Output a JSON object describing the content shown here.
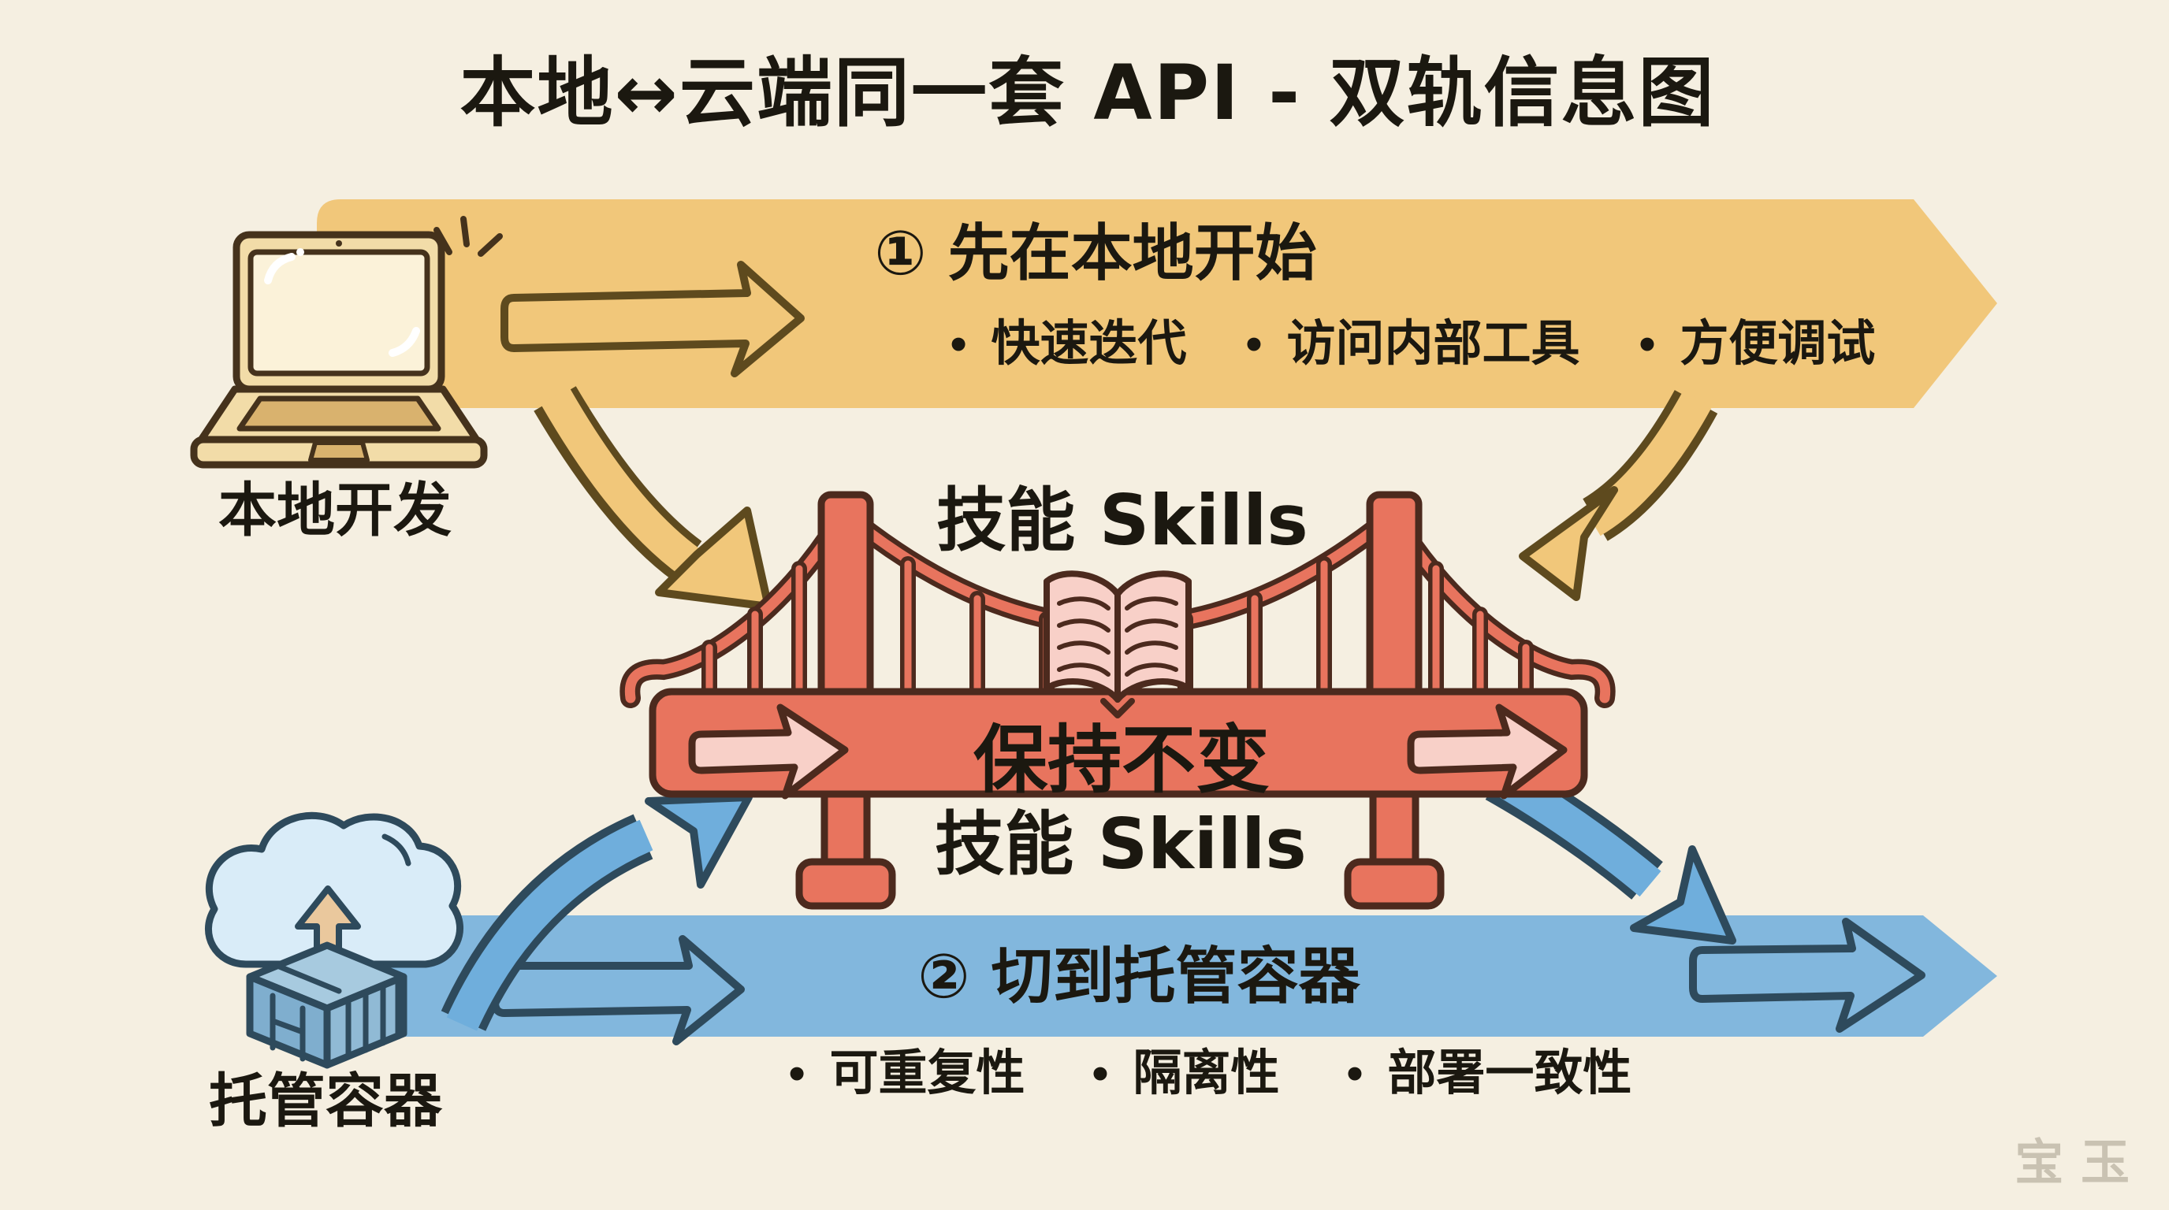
{
  "title": "本地↔云端同一套 API - 双轨信息图",
  "ui": {
    "bullet_char": "•"
  },
  "local_track": {
    "step_label": "① 先在本地开始",
    "bullets": [
      "快速迭代",
      "访问内部工具",
      "方便调试"
    ],
    "source_label": "本地开发"
  },
  "bridge": {
    "top_label": "技能 Skills",
    "deck_label": "保持不变",
    "bottom_label": "技能 Skills"
  },
  "cloud_track": {
    "step_label": "② 切到托管容器",
    "bullets": [
      "可重复性",
      "隔离性",
      "部署一致性"
    ],
    "source_label": "托管容器"
  },
  "watermark": "宝玉",
  "colors": {
    "background": "#F5EFE1",
    "ink": "#1B1810",
    "gold": "#F1C77A",
    "gold_outline": "#5E4A1E",
    "salmon": "#E8745E",
    "salmon_outline": "#4C2A1E",
    "pink": "#F8D0C8",
    "blue": "#82B7DD",
    "blue_arrow": "#6FAEDC",
    "navy": "#2E4A5C",
    "cloud": "#D9ECF8",
    "container_top": "#A7CADF",
    "container_left": "#7FAECE",
    "container_right": "#90BAD5",
    "tan": "#EAC89D",
    "laptop_body": "#F2DCA8",
    "laptop_screen": "#FBF2D9",
    "laptop_keys": "#D9B26E",
    "laptop_outline": "#45321C",
    "watermark": "#C9C2B2"
  }
}
